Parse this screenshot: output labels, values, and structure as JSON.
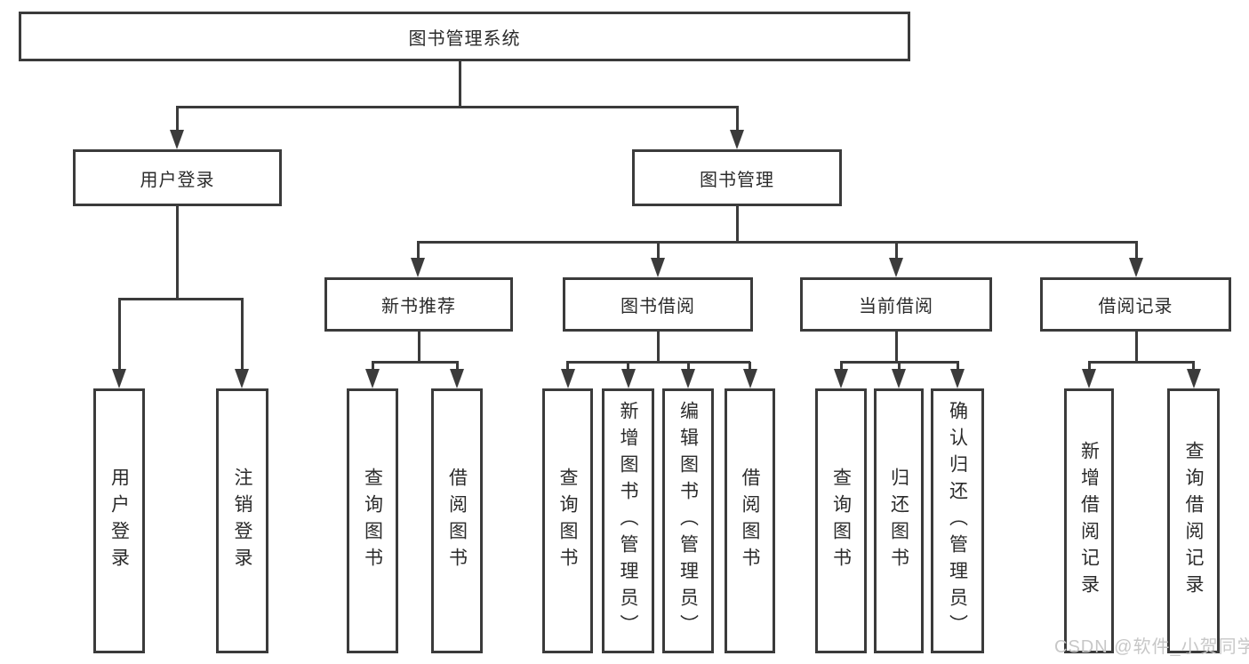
{
  "diagram": {
    "type": "tree",
    "root": {
      "label": "图书管理系统"
    },
    "branches": [
      {
        "label": "用户登录",
        "children": [
          {
            "label": "用户登录"
          },
          {
            "label": "注销登录"
          }
        ]
      },
      {
        "label": "图书管理",
        "children": [
          {
            "label": "新书推荐",
            "children": [
              {
                "label": "查询图书"
              },
              {
                "label": "借阅图书"
              }
            ]
          },
          {
            "label": "图书借阅",
            "children": [
              {
                "label": "查询图书"
              },
              {
                "label": "新增图书（管理员）"
              },
              {
                "label": "编辑图书（管理员）"
              },
              {
                "label": "借阅图书"
              }
            ]
          },
          {
            "label": "当前借阅",
            "children": [
              {
                "label": "查询图书"
              },
              {
                "label": "归还图书"
              },
              {
                "label": "确认归还（管理员）"
              }
            ]
          },
          {
            "label": "借阅记录",
            "children": [
              {
                "label": "新增借阅记录"
              },
              {
                "label": "查询借阅记录"
              }
            ]
          }
        ]
      }
    ]
  },
  "watermark": {
    "text": "CSDN @软件_小贺同学",
    "color": "#c7c7c7"
  },
  "colors": {
    "background": "#ffffff",
    "line": "#3b3b3b",
    "text": "#2b2b2b"
  }
}
